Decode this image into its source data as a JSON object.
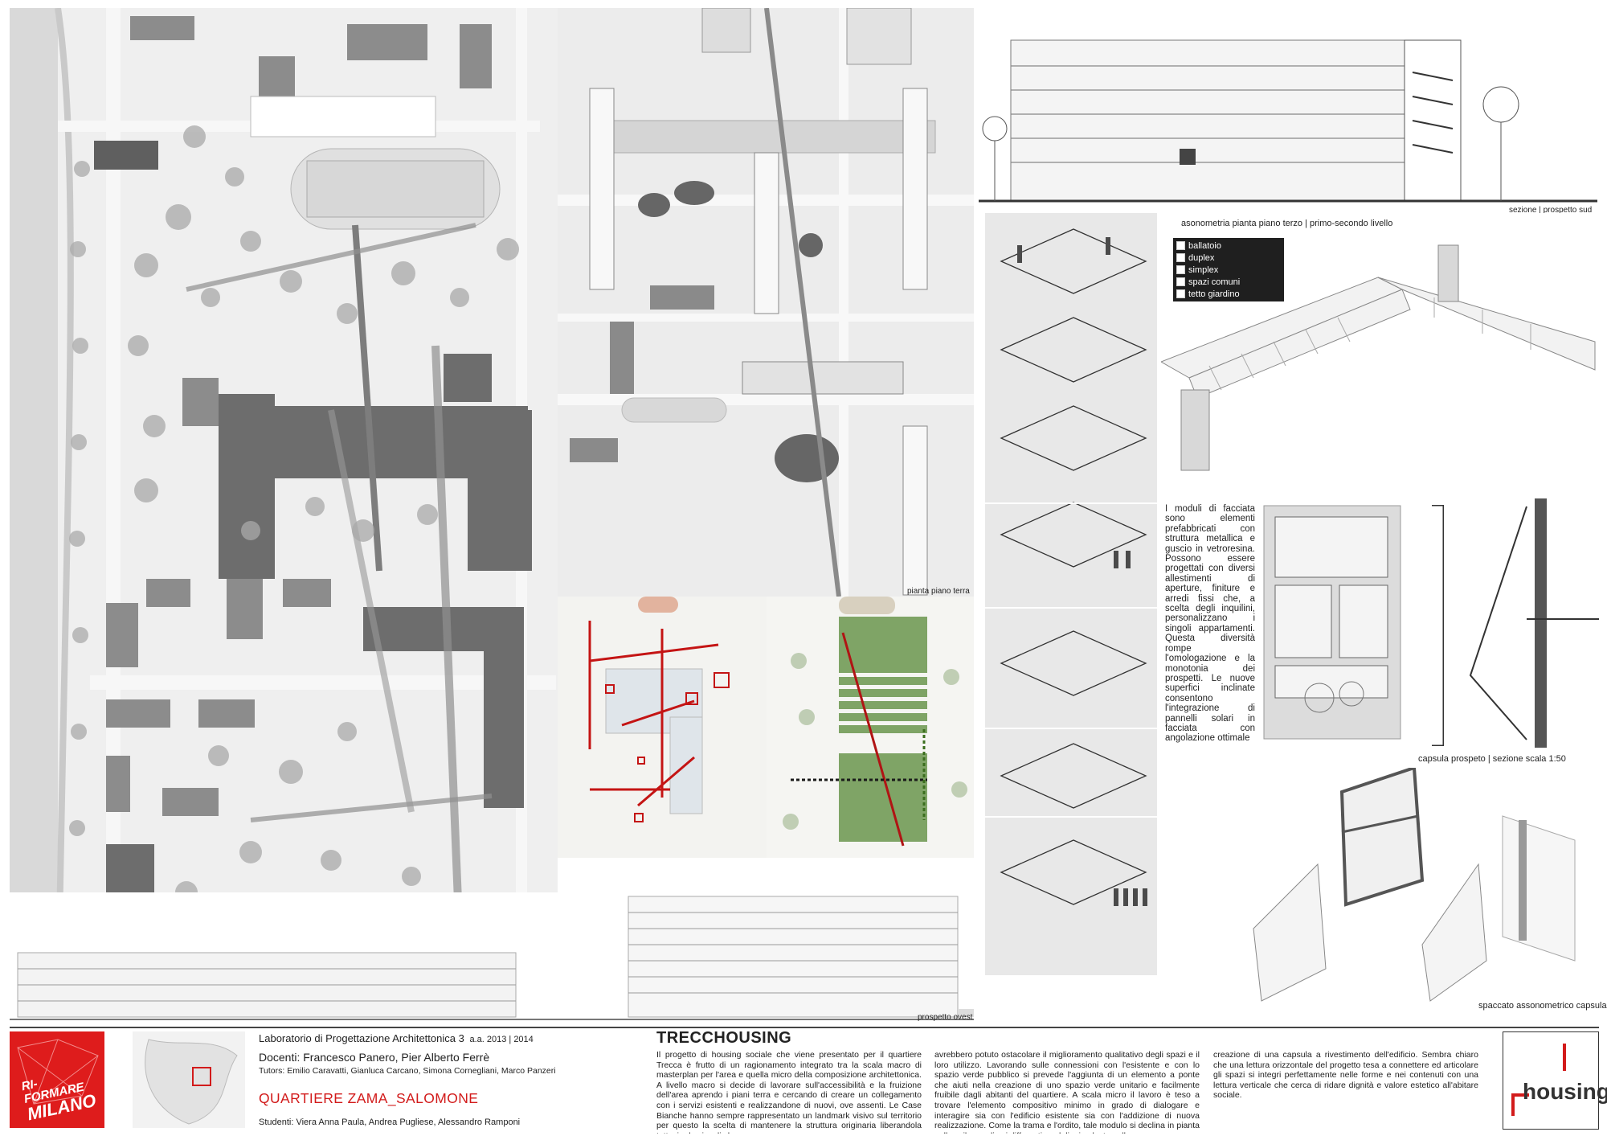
{
  "labels": {
    "sezione_prospetto_sud": "sezione | prospetto sud",
    "asonometria": "asonometria pianta piano terzo | primo-secondo livello",
    "simplex": "simplex",
    "duplex": "duplex",
    "pianta_piano_terra": "pianta piano terra",
    "capsula_prospeto": "capsula prospeto | sezione scala 1:50",
    "spaccato": "spaccato assonometrico capsula",
    "prospetto_ovest": "prospetto ovest"
  },
  "legend": [
    "ballatoio",
    "duplex",
    "simplex",
    "spazi comuni",
    "tetto giardino"
  ],
  "facade_text": "I moduli di facciata sono elementi prefabbricati con struttura metallica e guscio in vetroresina. Possono essere progettati con diversi allestimenti di aperture, finiture e arredi fissi che, a scelta degli inquilini, personalizzano i singoli appartamenti. Questa diversità rompe l'omologazione e la monotonia dei prospetti. Le nuove superfici inclinate consentono l'integrazione di pannelli solari in facciata con angolazione ottimale",
  "footer": {
    "logo_line1": "RI-",
    "logo_line2": "FORMARE",
    "logo_line3": "MILANO",
    "course": "Laboratorio di Progettazione Architettonica 3",
    "year": "a.a. 2013 | 2014",
    "docenti": "Docenti: Francesco Panero, Pier Alberto Ferrè",
    "tutors": "Tutors: Emilio Caravatti, Gianluca Carcano, Simona Cornegliani, Marco Panzeri",
    "quartiere": "QUARTIERE ZAMA_SALOMONE",
    "studenti": "Studenti: Viera Anna Paula, Andrea Pugliese, Alessandro Ramponi",
    "project_title": "TRECCHOUSING",
    "col1": "Il progetto di housing sociale che viene presentato per il quartiere Trecca è frutto di un ragionamento integrato tra la scala macro di masterplan per l'area e quella micro della composizione architettonica. A livello macro si decide di lavorare sull'accessibilità e la fruizione dell'area aprendo i piani terra e cercando di creare un collegamento con i servizi esistenti e realizzandone di nuovi, ove assenti. Le Case Bianche hanno sempre rappresentato un landmark visivo sul territorio per questo la scelta di mantenere la struttura originaria liberandola tuttavia da vincoli che",
    "col2": "avrebbero potuto ostacolare il miglioramento qualitativo degli spazi e il loro utilizzo. Lavorando sulle connessioni con l'esistente e con lo spazio verde pubblico si prevede l'aggiunta di un elemento a ponte che aiuti nella creazione di uno spazio verde unitario e facilmente fruibile dagli abitanti del quartiere. A scala micro il lavoro è teso a trovare l'elemento compositivo minimo in grado di dialogare e interagire sia con l'edificio esistente sia con l'addizione di nuova realizzazione. Come la trama e l'ordito, tale modulo si declina in pianta nello sviluppo di sei differenti moduli e in alzato nella",
    "col3": "creazione di una capsula a rivestimento dell'edificio. Sembra chiaro che una lettura orizzontale del progetto tesa a connettere ed articolare gli spazi si integri perfettamente nelle forme e nei contenuti con una lettura verticale che cerca di ridare dignità e valore estetico all'abitare sociale.",
    "brand": "housing"
  },
  "colors": {
    "accent_red": "#d21b1b",
    "plan_grey": "#e6e6e6",
    "building_dark": "#6d6d6d",
    "tree_grey": "#a9a9a9",
    "green": "#8fb07a"
  }
}
